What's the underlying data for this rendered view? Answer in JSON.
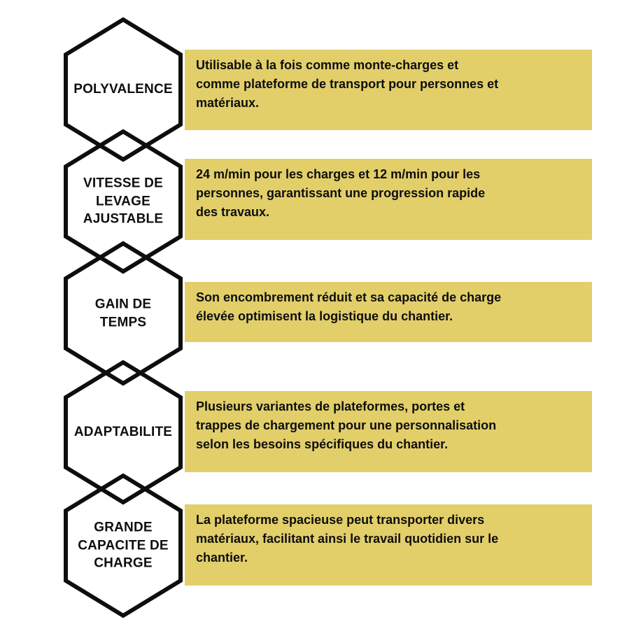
{
  "colors": {
    "yellow": "#e2cf6a",
    "ink": "#0e0e0e",
    "bg": "#ffffff"
  },
  "items": [
    {
      "label": "POLYVALENCE",
      "description": "Utilisable à la fois comme monte-charges et\ncomme plateforme de transport pour personnes et\nmatériaux."
    },
    {
      "label": "VITESSE DE\nLEVAGE\nAJUSTABLE",
      "description": "24 m/min pour les charges et 12 m/min pour les\npersonnes, garantissant une progression rapide\ndes travaux."
    },
    {
      "label": "GAIN DE\nTEMPS",
      "description": "Son encombrement réduit et sa capacité de charge\nélevée optimisent la logistique du chantier."
    },
    {
      "label": "ADAPTABILITE",
      "description": "Plusieurs variantes de plateformes, portes et\ntrappes de chargement pour une personnalisation\nselon les besoins spécifiques du chantier."
    },
    {
      "label": "GRANDE\nCAPACITE DE\nCHARGE",
      "description": "La plateforme spacieuse peut transporter divers\nmatériaux, facilitant ainsi le travail quotidien sur le\nchantier."
    }
  ]
}
